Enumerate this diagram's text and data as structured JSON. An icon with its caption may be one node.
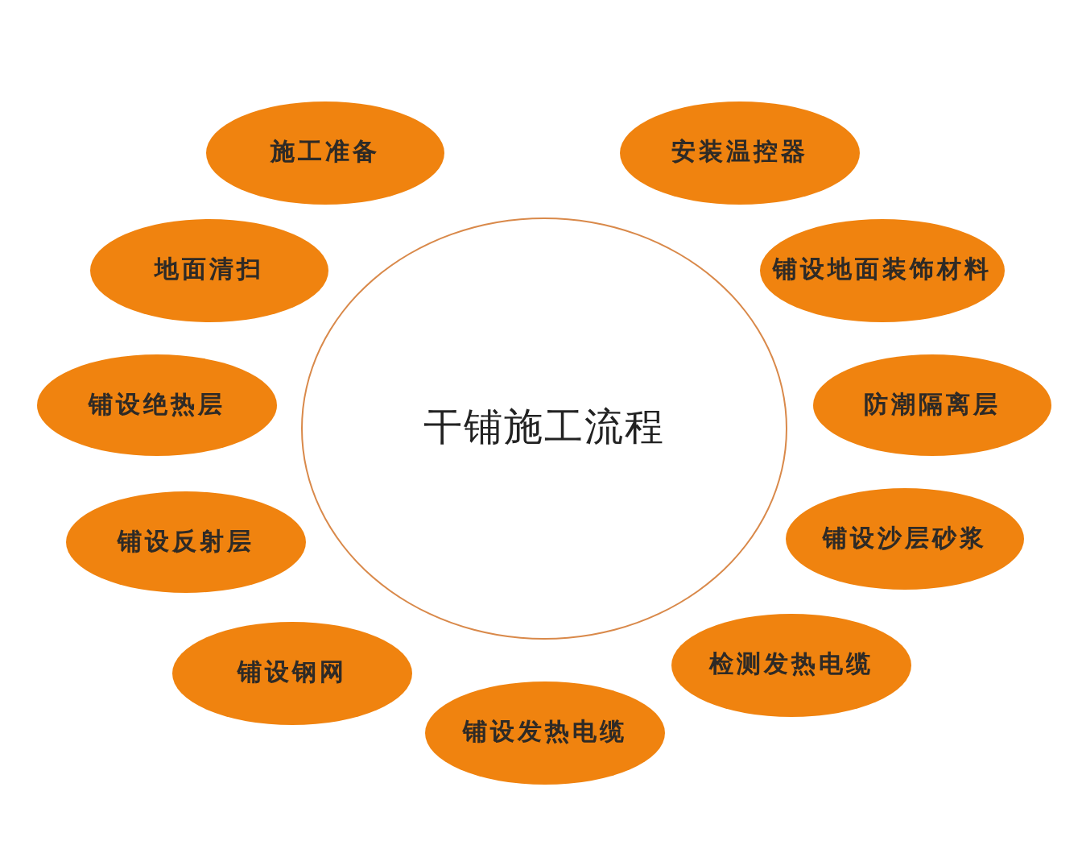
{
  "diagram": {
    "nodes": [
      {
        "text": [
          "干铺施工流程"
        ]
      },
      {
        "text": [
          "施工准备"
        ]
      },
      {
        "text": [
          "地面清扫"
        ]
      },
      {
        "text": [
          "铺设绝热层"
        ]
      },
      {
        "text": [
          "铺设反射层"
        ]
      },
      {
        "text": [
          "铺设钢网"
        ]
      },
      {
        "text": [
          "铺设发热电缆"
        ]
      },
      {
        "text": [
          "检测发热电缆"
        ]
      },
      {
        "text": [
          "铺设沙层砂浆"
        ]
      },
      {
        "text": [
          "防潮隔离层"
        ]
      },
      {
        "text": [
          "铺设地面装饰材料"
        ]
      },
      {
        "text": [
          "安装温控器"
        ]
      }
    ]
  }
}
